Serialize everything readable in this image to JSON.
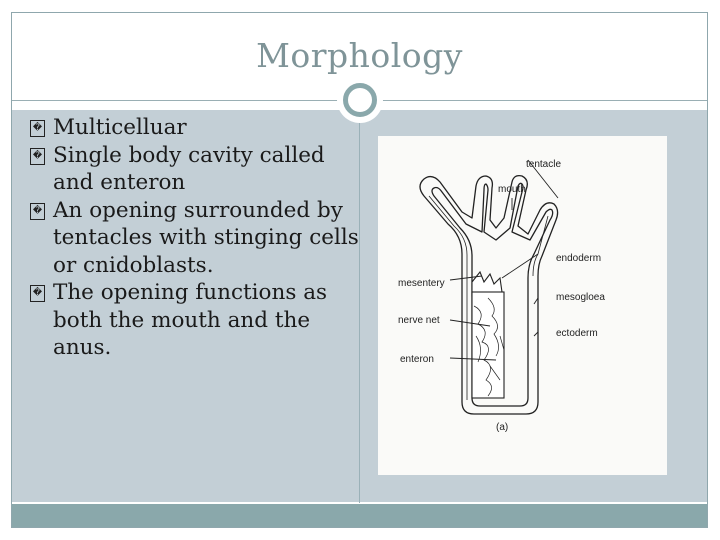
{
  "slide": {
    "title": "Morphology",
    "bullets": [
      "Multicelluar",
      "Single body cavity called and enteron",
      "An opening surrounded by tentacles with stinging cells or cnidoblasts.",
      "The opening functions as both the mouth and the anus."
    ],
    "bullet_glyph": "�"
  },
  "figure": {
    "labels": {
      "tentacle": "tentacle",
      "mouth": "mouth",
      "endoderm": "endoderm",
      "mesentery": "mesentery",
      "mesogloea": "mesogloea",
      "nerve_net": "nerve net",
      "ectoderm": "ectoderm",
      "enteron": "enteron",
      "caption": "(a)"
    }
  },
  "colors": {
    "title": "#7f9498",
    "content_panel": "#c3cfd6",
    "footer_bar": "#8aa8ab",
    "ornament_ring": "#8aa8ab"
  }
}
